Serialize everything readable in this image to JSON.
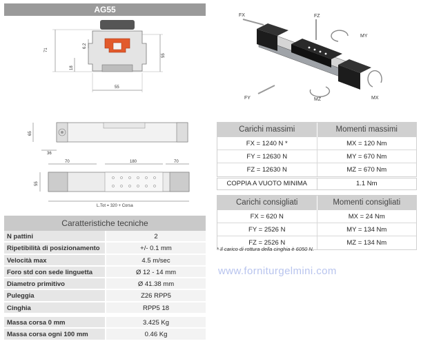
{
  "model": "AG55",
  "drawings": {
    "section_dims": {
      "height_total": "71",
      "height_right": "55",
      "height_mid": "6.2",
      "height_low": "18",
      "width": "55"
    },
    "side_dims": {
      "height": "65",
      "offset": "36"
    },
    "top_dims": {
      "left": "70",
      "center": "180",
      "right": "70",
      "height": "55",
      "length": "L.Tot = 320 + Corsa"
    }
  },
  "axes": {
    "fx": "FX",
    "fz": "FZ",
    "my": "MY",
    "fy": "FY",
    "mz": "MZ",
    "mx": "MX"
  },
  "specs": {
    "title": "Caratteristiche tecniche",
    "rows": [
      {
        "key": "N pattini",
        "value": "2"
      },
      {
        "key": "Ripetibilità di posizionamento",
        "value": "+/- 0.1 mm"
      },
      {
        "key": "Velocità max",
        "value": "4.5 m/sec"
      },
      {
        "key": "Foro std con sede linguetta",
        "value": "Ø 12 - 14 mm"
      },
      {
        "key": "Diametro primitivo",
        "value": "Ø 41.38 mm"
      },
      {
        "key": "Puleggia",
        "value": "Z26 RPP5"
      },
      {
        "key": "Cinghia",
        "value": "RPP5 18"
      },
      {
        "key": "Massa corsa 0 mm",
        "value": "3.425 Kg"
      },
      {
        "key": "Massa corsa ogni 100 mm",
        "value": "0.46 Kg"
      }
    ]
  },
  "max_loads": {
    "header_left": "Carichi massimi",
    "header_right": "Momenti massimi",
    "rows": [
      {
        "left": "FX = 1240 N *",
        "right": "MX = 120 Nm"
      },
      {
        "left": "FY = 12630 N",
        "right": "MY = 670 Nm"
      },
      {
        "left": "FZ = 12630 N",
        "right": "MZ = 670 Nm"
      }
    ]
  },
  "torque": {
    "label": "COPPIA A VUOTO MINIMA",
    "value": "1.1 Nm"
  },
  "rec_loads": {
    "header_left": "Carichi consigliati",
    "header_right": "Momenti consigliati",
    "rows": [
      {
        "left": "FX = 620 N",
        "right": "MX = 24 Nm"
      },
      {
        "left": "FY = 2526 N",
        "right": "MY = 134 Nm"
      },
      {
        "left": "FZ = 2526 N",
        "right": "MZ = 134 Nm"
      }
    ]
  },
  "footnote": "* Il carico di rottura della cinghia è 6050 N.",
  "watermark": "www.forniturgelmini.com"
}
